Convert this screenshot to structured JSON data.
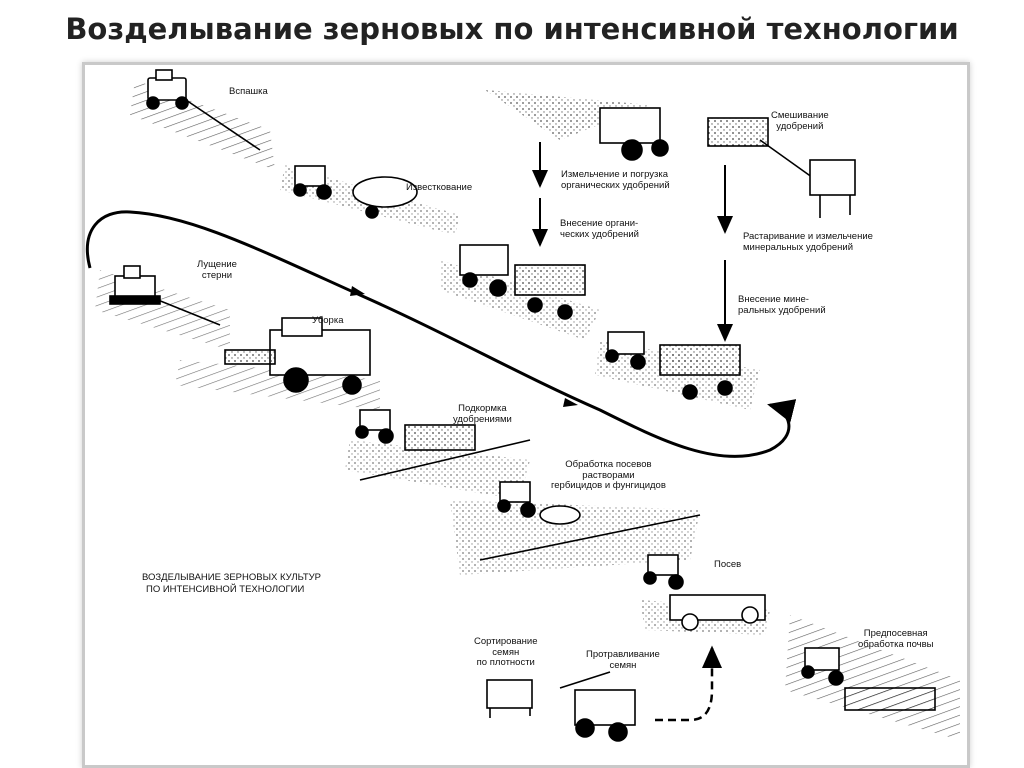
{
  "title": "Возделывание зерновых по интенсивной технологии",
  "diagram_caption": [
    "ВОЗДЕЛЫВАНИЕ ЗЕРНОВЫХ КУЛЬТУР",
    "ПО ИНТЕНСИВНОЙ ТЕХНОЛОГИИ"
  ],
  "labels": {
    "plowing": "Вспашка",
    "liming": [
      "Известкование"
    ],
    "stubble": [
      "Лущение",
      "стерни"
    ],
    "harvest": [
      "Уборка"
    ],
    "top_dressing": [
      "Подкормка",
      "удобрениями"
    ],
    "spraying": [
      "Обработка посевов",
      "растворами",
      "гербицидов и фунгицидов"
    ],
    "sowing": [
      "Посев"
    ],
    "presowing": [
      "Предпосевная",
      "обработка почвы"
    ],
    "sorting": [
      "Сортирование",
      "семян",
      "по плотности"
    ],
    "treating": [
      "Протравливание",
      "семян"
    ],
    "organic_grind": [
      "Измельчение и погрузка",
      "органических удобрений"
    ],
    "organic_apply": [
      "Внесение органи-",
      "ческих удобрений"
    ],
    "mixing": [
      "Смешивание",
      "удобрений"
    ],
    "mineral_grind": [
      "Растаривание и измельчение",
      "минеральных удобрений"
    ],
    "mineral_apply": [
      "Внесение мине-",
      "ральных удобрений"
    ]
  }
}
